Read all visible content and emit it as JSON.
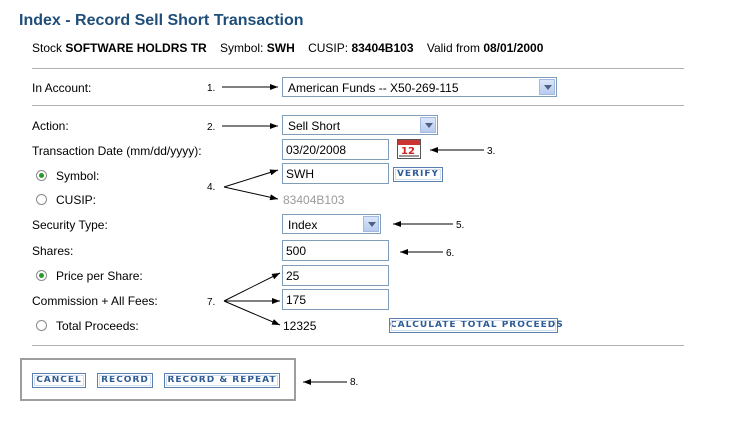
{
  "page_title": "Index - Record Sell Short Transaction",
  "stock_line": {
    "stock_label": "Stock",
    "stock_name": "SOFTWARE HOLDRS TR",
    "symbol_label": "Symbol:",
    "symbol": "SWH",
    "cusip_label": "CUSIP:",
    "cusip": "83404B103",
    "valid_label": "Valid from",
    "valid_date": "08/01/2000"
  },
  "form": {
    "account_label": "In Account:",
    "account_value": "American Funds -- X50-269-115",
    "action_label": "Action:",
    "action_value": "Sell Short",
    "date_label": "Transaction Date (mm/dd/yyyy):",
    "date_value": "03/20/2008",
    "symbol_label": "Symbol:",
    "symbol_value": "SWH",
    "verify_label": "VERIFY",
    "cusip_label": "CUSIP:",
    "cusip_value": "83404B103",
    "security_type_label": "Security Type:",
    "security_type_value": "Index",
    "shares_label": "Shares:",
    "shares_value": "500",
    "price_label": "Price per Share:",
    "price_value": "25",
    "commission_label": "Commission + All Fees:",
    "commission_value": "175",
    "total_label": "Total Proceeds:",
    "total_value": "12325",
    "calc_label": "CALCULATE TOTAL PROCEEDS"
  },
  "buttons": {
    "cancel": "CANCEL",
    "record": "RECORD",
    "record_repeat": "RECORD & REPEAT"
  },
  "callouts": [
    "1.",
    "2.",
    "3.",
    "4.",
    "5.",
    "6.",
    "7.",
    "8."
  ],
  "calendar_icon_text": "12"
}
